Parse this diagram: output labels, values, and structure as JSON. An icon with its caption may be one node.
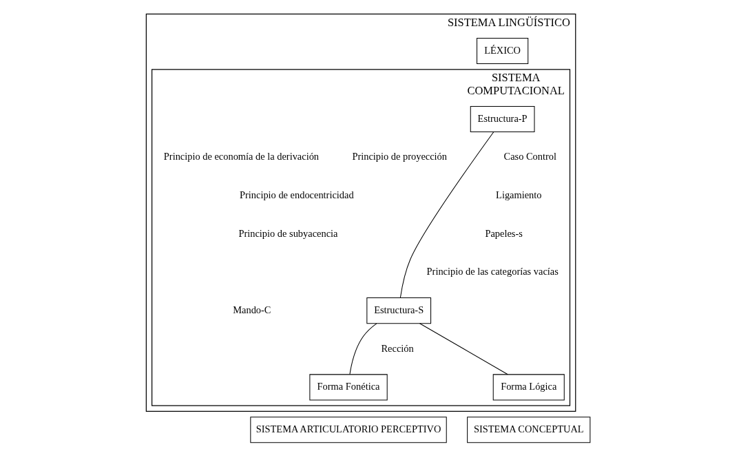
{
  "diagram": {
    "nodes": [
      {
        "text": [
          "SISTEMA LINGÜÍSTICO"
        ]
      },
      {
        "text": [
          "LÉXICO"
        ],
        "in": 0
      },
      {
        "text": [
          "SISTEMA",
          "COMPUTACIONAL"
        ],
        "in": 0
      },
      {
        "text": [
          "Estructura-P"
        ],
        "in": 2
      },
      {
        "text": [
          "Estructura-S"
        ],
        "in": 2
      },
      {
        "text": [
          "Forma Fonética"
        ],
        "in": 2
      },
      {
        "text": [
          "Forma Lógica"
        ],
        "in": 2
      },
      {
        "text": [
          "SISTEMA ARTICULATORIO PERCEPTIVO"
        ]
      },
      {
        "text": [
          "SISTEMA CONCEPTUAL"
        ]
      }
    ],
    "edges": [
      {
        "from": 3,
        "to": 4,
        "arrow": "none"
      },
      {
        "from": 4,
        "to": 5,
        "arrow": "none"
      },
      {
        "from": 4,
        "to": 6,
        "arrow": "none"
      }
    ],
    "labels": [
      "Caso Control",
      "Principio de proyección",
      "Principio de economía de la derivación",
      "Ligamiento",
      "Principio de endocentricidad",
      "Papeles-s",
      "Principio de subyacencia",
      "Principio de las categorías vacías",
      "Mando-C",
      "Rección"
    ]
  }
}
